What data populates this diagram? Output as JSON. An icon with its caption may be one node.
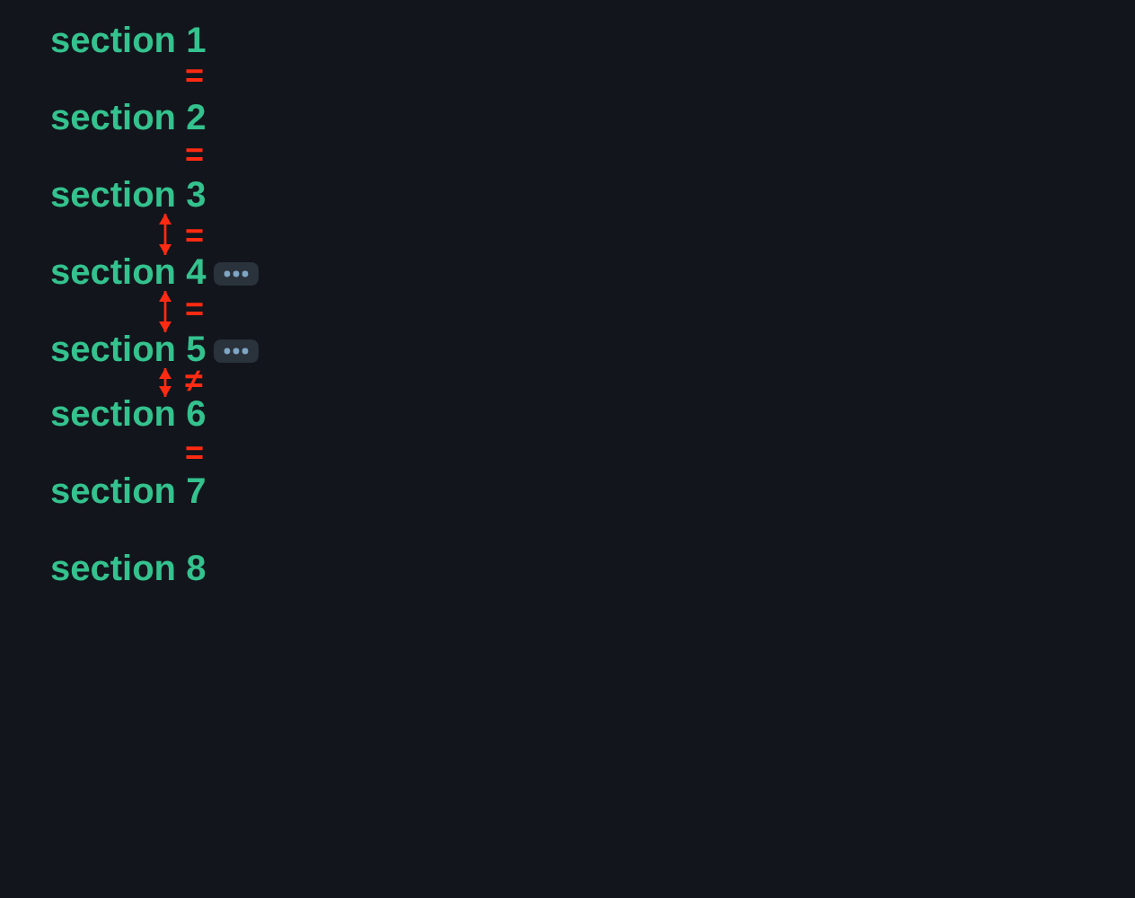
{
  "diagram": {
    "nodes": [
      {
        "text": [
          "section 1"
        ]
      },
      {
        "text": [
          "section 2"
        ]
      },
      {
        "text": [
          "section 3"
        ]
      },
      {
        "text": [
          "section 4"
        ]
      },
      {
        "text": [
          "section 5"
        ]
      },
      {
        "text": [
          "section 6"
        ]
      },
      {
        "text": [
          "section 7"
        ]
      },
      {
        "text": [
          "section 8"
        ]
      }
    ],
    "edges": [
      {
        "from": 2,
        "to": 3,
        "arrow": "both"
      },
      {
        "from": 3,
        "to": 4,
        "arrow": "both"
      },
      {
        "from": 4,
        "to": 5,
        "arrow": "both"
      }
    ],
    "labels": [
      "=",
      "=",
      "=",
      "=",
      "≠",
      "="
    ]
  }
}
